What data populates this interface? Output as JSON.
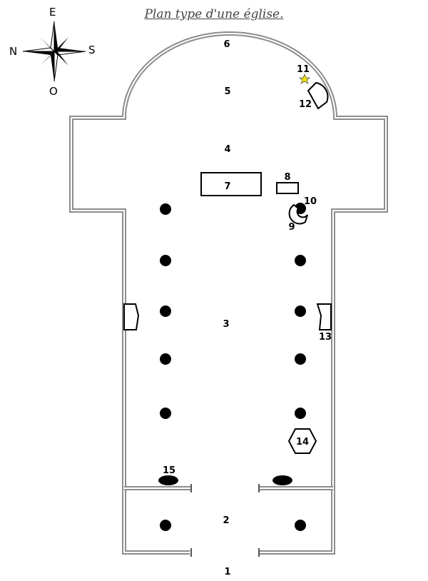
{
  "title": "Plan type d'une église.",
  "compass": {
    "north": "N",
    "east": "E",
    "south": "S",
    "west": "O"
  },
  "labels": [
    "1",
    "2",
    "3",
    "4",
    "5",
    "6",
    "7",
    "8",
    "9",
    "10",
    "11",
    "12",
    "13",
    "14",
    "15"
  ],
  "colors": {
    "wall": "#8c8c8c",
    "ink": "#000000",
    "candle": "#f2e600"
  }
}
